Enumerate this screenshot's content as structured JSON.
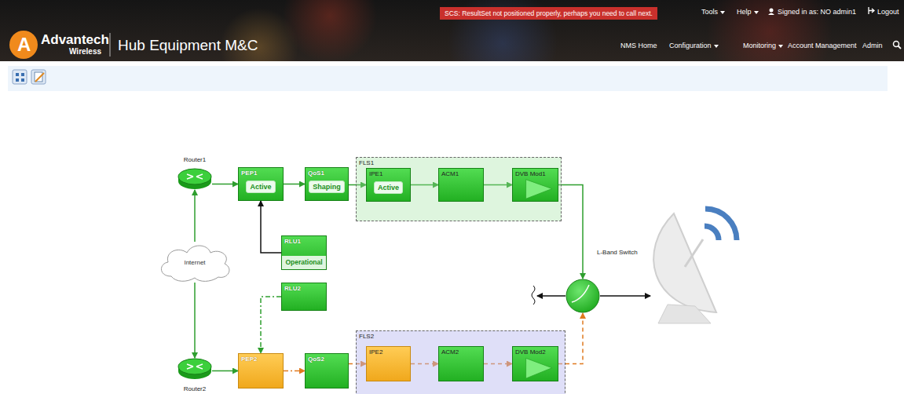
{
  "diagram": {
    "nodes": [
      {
        "text": [
          "Router1"
        ]
      },
      {
        "text": [
          "PEP1",
          "Active"
        ]
      },
      {
        "text": [
          "QoS1",
          "Shaping"
        ]
      },
      {
        "text": [
          "FLS1"
        ]
      },
      {
        "text": [
          "IPE1",
          "Active"
        ],
        "in": 3
      },
      {
        "text": [
          "ACM1"
        ],
        "in": 3
      },
      {
        "text": [
          "DVB Mod1"
        ],
        "in": 3
      },
      {
        "text": [
          "RLU1",
          "Operational"
        ]
      },
      {
        "text": [
          "Internet"
        ]
      },
      {
        "text": [
          "L-Band Switch"
        ]
      },
      {
        "text": [
          "RLU2"
        ]
      },
      {
        "text": [
          "Router2"
        ]
      },
      {
        "text": [
          "PEP2"
        ]
      },
      {
        "text": [
          "QoS2"
        ]
      },
      {
        "text": [
          "FLS2"
        ]
      },
      {
        "text": [
          "IPE2"
        ],
        "in": 14
      },
      {
        "text": [
          "ACM2"
        ],
        "in": 14
      },
      {
        "text": [
          "DVB Mod2"
        ],
        "in": 14
      }
    ],
    "edges": [
      {
        "from": 8,
        "to": 0,
        "arrow": "to"
      },
      {
        "from": 8,
        "to": 11,
        "arrow": "to"
      },
      {
        "from": 0,
        "to": 1,
        "arrow": "to"
      },
      {
        "from": 1,
        "to": 2,
        "arrow": "to"
      },
      {
        "from": 2,
        "to": 4,
        "arrow": "to"
      },
      {
        "from": 4,
        "to": 5,
        "arrow": "to"
      },
      {
        "from": 5,
        "to": 6,
        "arrow": "to"
      },
      {
        "from": 6,
        "to": 9,
        "arrow": "to"
      },
      {
        "from": 7,
        "to": 1,
        "arrow": "to"
      },
      {
        "from": 10,
        "to": 12,
        "arrow": "to"
      },
      {
        "from": 11,
        "to": 12,
        "arrow": "to"
      },
      {
        "from": 12,
        "to": 13,
        "arrow": "to"
      },
      {
        "from": 13,
        "to": 15,
        "arrow": "to"
      },
      {
        "from": 15,
        "to": 16,
        "arrow": "to"
      },
      {
        "from": 16,
        "to": 17,
        "arrow": "to"
      },
      {
        "from": 17,
        "to": 9,
        "arrow": "to"
      }
    ],
    "labels": [
      "SCS: ResultSet not positioned properly, perhaps you need to call next.",
      "Tools",
      "Help",
      "Signed in as: NO admin1",
      "Logout",
      "A",
      "Advantech",
      "Wireless",
      "Hub Equipment M&C",
      "NMS Home",
      "Configuration",
      "Monitoring",
      "Account Management",
      "Admin"
    ]
  }
}
